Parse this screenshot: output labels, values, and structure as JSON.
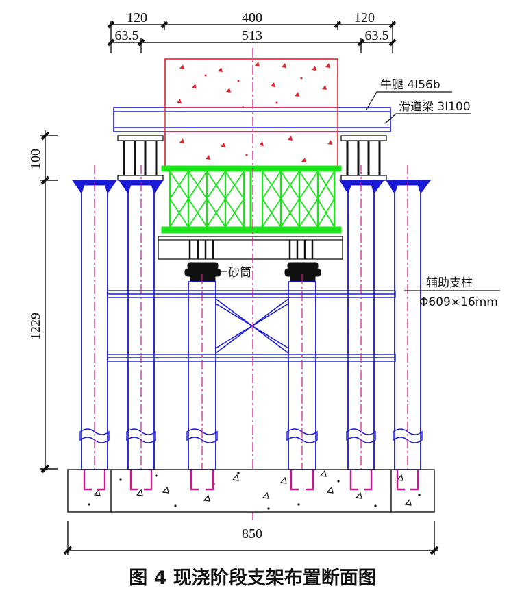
{
  "dimensions": {
    "top_left_120": "120",
    "top_mid_400": "400",
    "top_right_120": "120",
    "left_63_5": "63.5",
    "mid_513": "513",
    "right_63_5": "63.5",
    "left_100": "100",
    "left_1229": "1229",
    "bottom_850": "850"
  },
  "labels": {
    "corbel": "牛腿 4I56b",
    "slide_beam": "滑道梁 3I100",
    "sand_cylinder": "砂筒",
    "aux_column": "辅助支柱",
    "aux_column_spec": "Φ609×16mm"
  },
  "caption": "图 4  现浇阶段支架布置断面图",
  "colors": {
    "structure_blue": "#1a1ad8",
    "truss_green": "#19e619",
    "concrete_red": "#e8202a",
    "centerline_magenta": "#d2148c",
    "line_black": "#111111"
  }
}
